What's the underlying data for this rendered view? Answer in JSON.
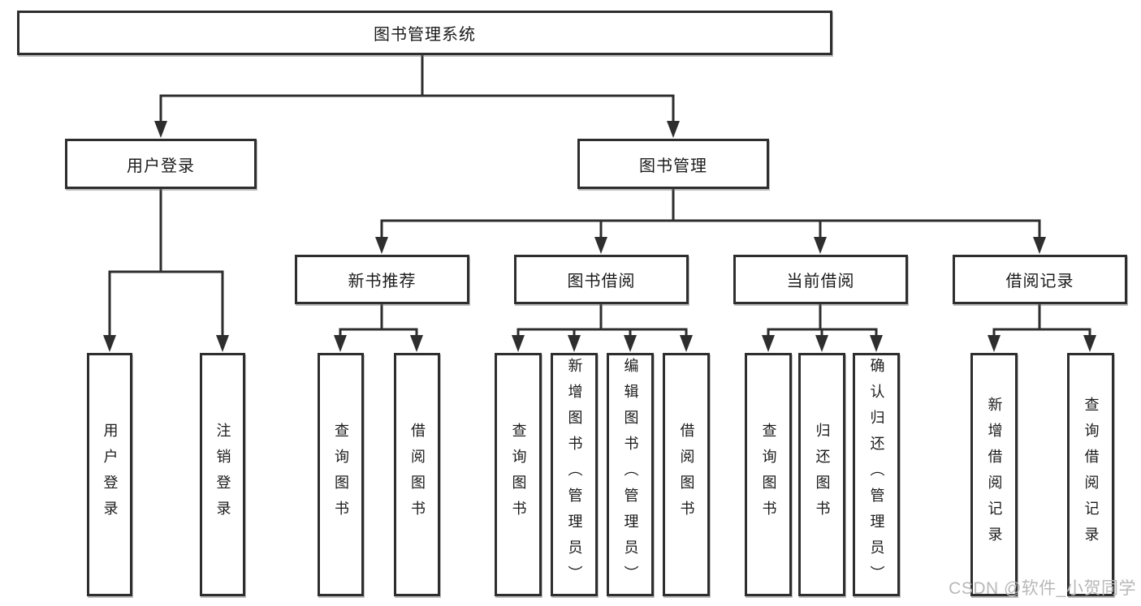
{
  "tree": {
    "root": {
      "label": "图书管理系统",
      "children": [
        {
          "label": "用户登录",
          "children": [
            {
              "label": "用户登录"
            },
            {
              "label": "注销登录"
            }
          ]
        },
        {
          "label": "图书管理",
          "children": [
            {
              "label": "新书推荐",
              "children": [
                {
                  "label": "查询图书"
                },
                {
                  "label": "借阅图书"
                }
              ]
            },
            {
              "label": "图书借阅",
              "children": [
                {
                  "label": "查询图书"
                },
                {
                  "label": "新增图书（管理员）"
                },
                {
                  "label": "编辑图书（管理员）"
                },
                {
                  "label": "借阅图书"
                }
              ]
            },
            {
              "label": "当前借阅",
              "children": [
                {
                  "label": "查询图书"
                },
                {
                  "label": "归还图书"
                },
                {
                  "label": "确认归还（管理员）"
                }
              ]
            },
            {
              "label": "借阅记录",
              "children": [
                {
                  "label": "新增借阅记录"
                },
                {
                  "label": "查询借阅记录"
                }
              ]
            }
          ]
        }
      ]
    }
  },
  "watermark": {
    "text": "CSDN @软件_小贺同学",
    "color": "#b8b8b8"
  },
  "colors": {
    "line": "#2e2e2e",
    "text": "#1b1b1b",
    "background": "#ffffff"
  }
}
